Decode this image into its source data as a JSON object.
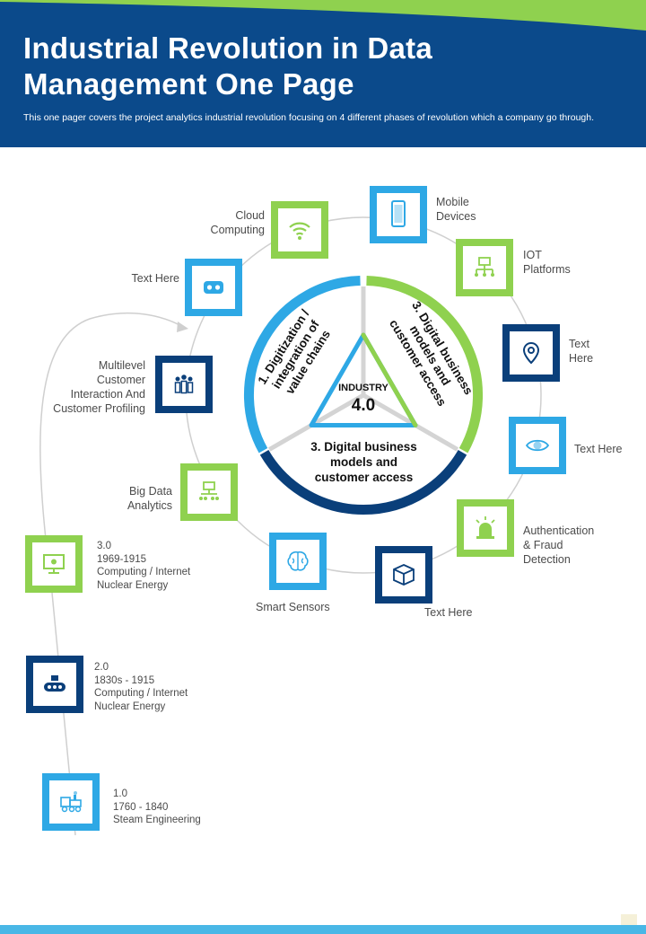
{
  "header": {
    "title": "Industrial Revolution in Data Management One Page",
    "subtitle": "This one pager covers the project analytics industrial revolution focusing on 4 different phases of revolution which a company go through."
  },
  "center": {
    "title_small": "INDUSTRY",
    "title_big": "4.0",
    "segments": {
      "left": "1. Digitization / integration of value chains",
      "right": "3. Digital business models and customer access",
      "bottom": "3. Digital business models and customer access"
    }
  },
  "ring_items": {
    "cloud": "Cloud\nComputing",
    "mobile": "Mobile\nDevices",
    "text_here_1": "Text Here",
    "iot": "IOT\nPlatforms",
    "text_here_2": "Text\nHere",
    "multilevel": "Multilevel\nCustomer\nInteraction And\nCustomer Profiling",
    "text_here_3": "Text Here",
    "big_data": "Big Data\nAnalytics",
    "auth": "Authentication\n& Fraud\nDetection",
    "smart_sensors": "Smart Sensors",
    "text_here_4": "Text Here"
  },
  "timeline": [
    {
      "label": "3.0\n1969-1915\nComputing / Internet\nNuclear Energy"
    },
    {
      "label": "2.0\n1830s - 1915\nComputing / Internet\nNuclear Energy"
    },
    {
      "label": "1.0\n1760 - 1840\nSteam Engineering"
    }
  ],
  "colors": {
    "navy": "#0a3f7a",
    "header_blue": "#0b4a8b",
    "green": "#8fd14f",
    "light_blue": "#2ea8e5"
  }
}
